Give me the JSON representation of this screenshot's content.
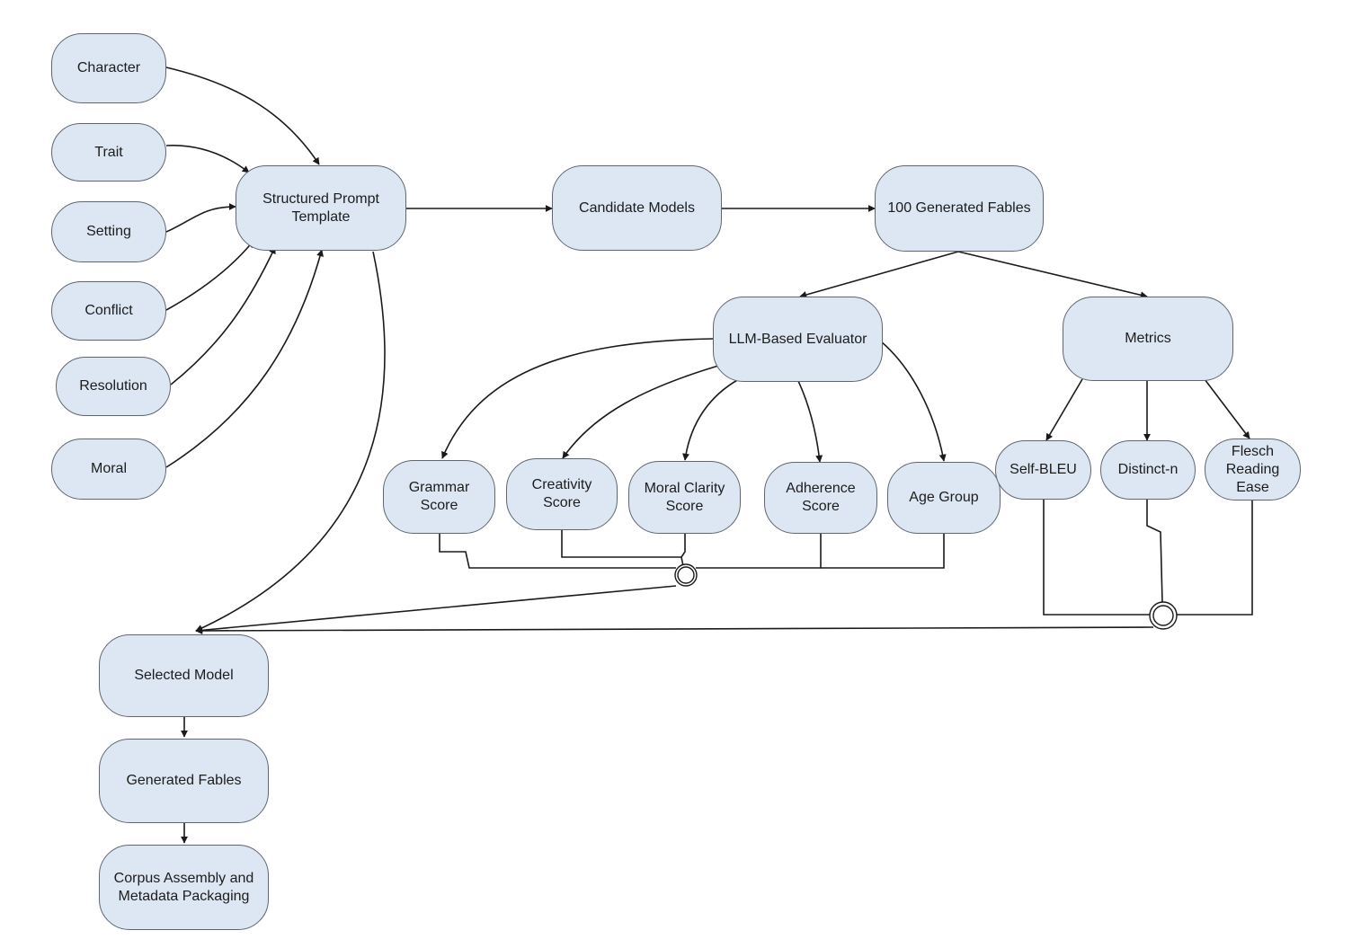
{
  "nodes": {
    "character": "Character",
    "trait": "Trait",
    "setting": "Setting",
    "conflict": "Conflict",
    "resolution": "Resolution",
    "moral": "Moral",
    "prompt_template": "Structured Prompt\nTemplate",
    "candidate_models": "Candidate Models",
    "generated_100": "100 Generated Fables",
    "llm_evaluator": "LLM-Based Evaluator",
    "metrics": "Metrics",
    "grammar": "Grammar\nScore",
    "creativity": "Creativity\nScore",
    "moral_clarity": "Moral Clarity\nScore",
    "adherence": "Adherence\nScore",
    "age_group": "Age Group",
    "self_bleu": "Self-BLEU",
    "distinct_n": "Distinct-n",
    "flesch": "Flesch\nReading\nEase",
    "selected_model": "Selected Model",
    "generated_fables": "Generated Fables",
    "corpus": "Corpus Assembly and\nMetadata Packaging"
  },
  "colors": {
    "node_fill": "#dde7f3",
    "node_border": "#5f6670",
    "edge": "#1a1a1a"
  }
}
